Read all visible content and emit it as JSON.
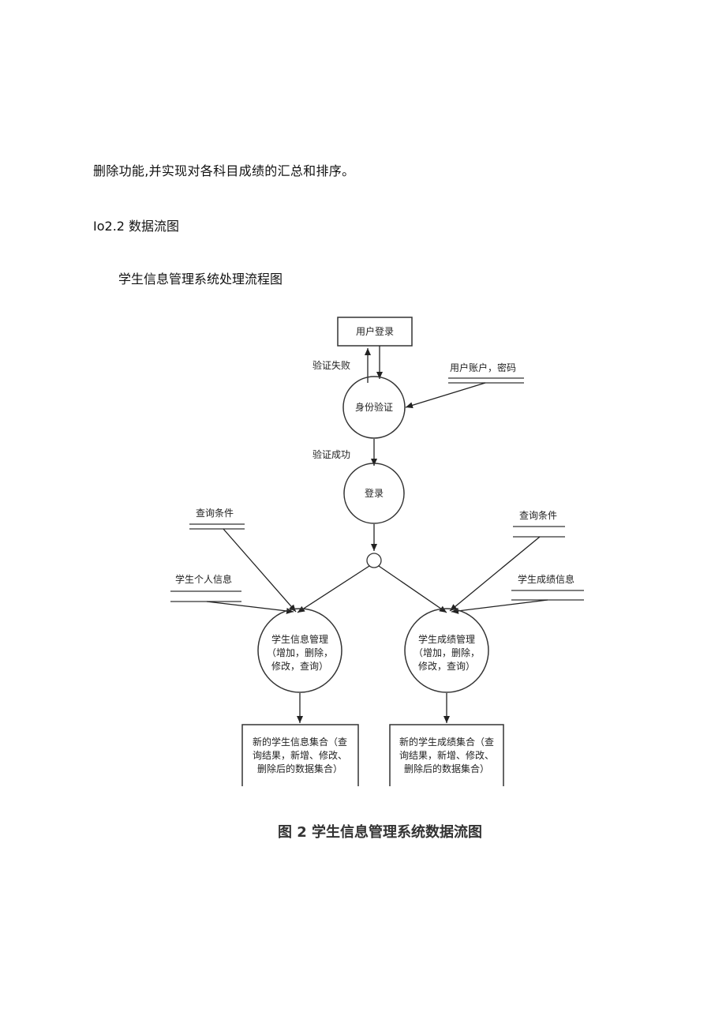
{
  "doc": {
    "paragraph_tail": "删除功能,并实现对各科目成绩的汇总和排序。",
    "section_heading": "Io2.2 数据流图",
    "diagram_subtitle": "学生信息管理系统处理流程图",
    "figure_caption": "图 2 学生信息管理系统数据流图"
  },
  "diagram": {
    "entity_user_login": "用户登录",
    "label_verify_fail": "验证失败",
    "store_account_password": "用户账户，密码",
    "process_auth": "身份验证",
    "label_verify_success": "验证成功",
    "process_login": "登录",
    "store_query_left": "查询条件",
    "store_student_info": "学生个人信息",
    "store_query_right": "查询条件",
    "store_score_info": "学生成绩信息",
    "process_info_mgmt": [
      "学生信息管理",
      "（增加，删除，",
      "修改，查询）"
    ],
    "process_score_mgmt": [
      "学生成绩管理",
      "（增加，删除，",
      "修改，查询）"
    ],
    "output_info_set": [
      "新的学生信息集合（查",
      "询结果，新增、修改、",
      "删除后的数据集合）"
    ],
    "output_score_set": [
      "新的学生成绩集合（查",
      "询结果，新增、修改、",
      "删除后的数据集合）"
    ]
  }
}
